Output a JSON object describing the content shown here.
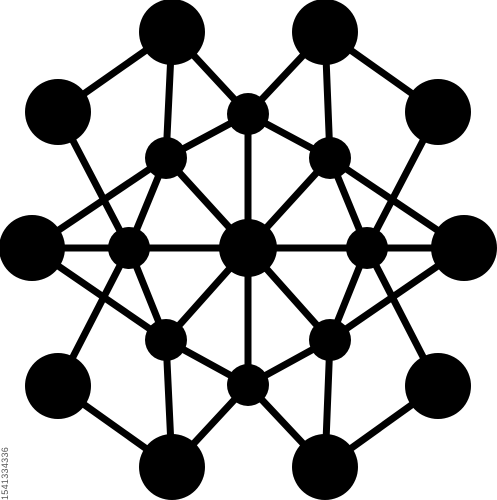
{
  "colors": {
    "ink": "#000000",
    "background": "#ffffff",
    "stock_id": "#555555"
  },
  "stock_id": "1541334336",
  "edges": [
    [
      "outer-top-left",
      "outer-upper-left"
    ],
    [
      "outer-top-left",
      "inner-upper-left"
    ],
    [
      "outer-top-left",
      "hub-top"
    ],
    [
      "outer-top-right",
      "outer-upper-right"
    ],
    [
      "outer-top-right",
      "inner-upper-right"
    ],
    [
      "outer-top-right",
      "hub-top"
    ],
    [
      "outer-upper-left",
      "inner-left"
    ],
    [
      "outer-upper-right",
      "inner-right"
    ],
    [
      "outer-left",
      "inner-left"
    ],
    [
      "outer-left",
      "inner-upper-left"
    ],
    [
      "outer-left",
      "inner-lower-left"
    ],
    [
      "outer-right",
      "inner-right"
    ],
    [
      "outer-right",
      "inner-upper-right"
    ],
    [
      "outer-right",
      "inner-lower-right"
    ],
    [
      "outer-lower-left",
      "inner-left"
    ],
    [
      "outer-lower-left",
      "outer-bottom-left"
    ],
    [
      "outer-lower-right",
      "inner-right"
    ],
    [
      "outer-lower-right",
      "outer-bottom-right"
    ],
    [
      "outer-bottom-left",
      "inner-lower-left"
    ],
    [
      "outer-bottom-left",
      "hub-bottom"
    ],
    [
      "outer-bottom-right",
      "inner-lower-right"
    ],
    [
      "outer-bottom-right",
      "hub-bottom"
    ],
    [
      "hub-top",
      "inner-upper-left"
    ],
    [
      "hub-top",
      "inner-upper-right"
    ],
    [
      "hub-top",
      "center"
    ],
    [
      "hub-bottom",
      "inner-lower-left"
    ],
    [
      "hub-bottom",
      "inner-lower-right"
    ],
    [
      "hub-bottom",
      "center"
    ],
    [
      "inner-upper-left",
      "inner-left"
    ],
    [
      "inner-upper-left",
      "center"
    ],
    [
      "inner-upper-right",
      "inner-right"
    ],
    [
      "inner-upper-right",
      "center"
    ],
    [
      "inner-lower-left",
      "inner-left"
    ],
    [
      "inner-lower-left",
      "center"
    ],
    [
      "inner-lower-right",
      "inner-right"
    ],
    [
      "inner-lower-right",
      "center"
    ],
    [
      "inner-left",
      "center"
    ],
    [
      "inner-right",
      "center"
    ]
  ]
}
